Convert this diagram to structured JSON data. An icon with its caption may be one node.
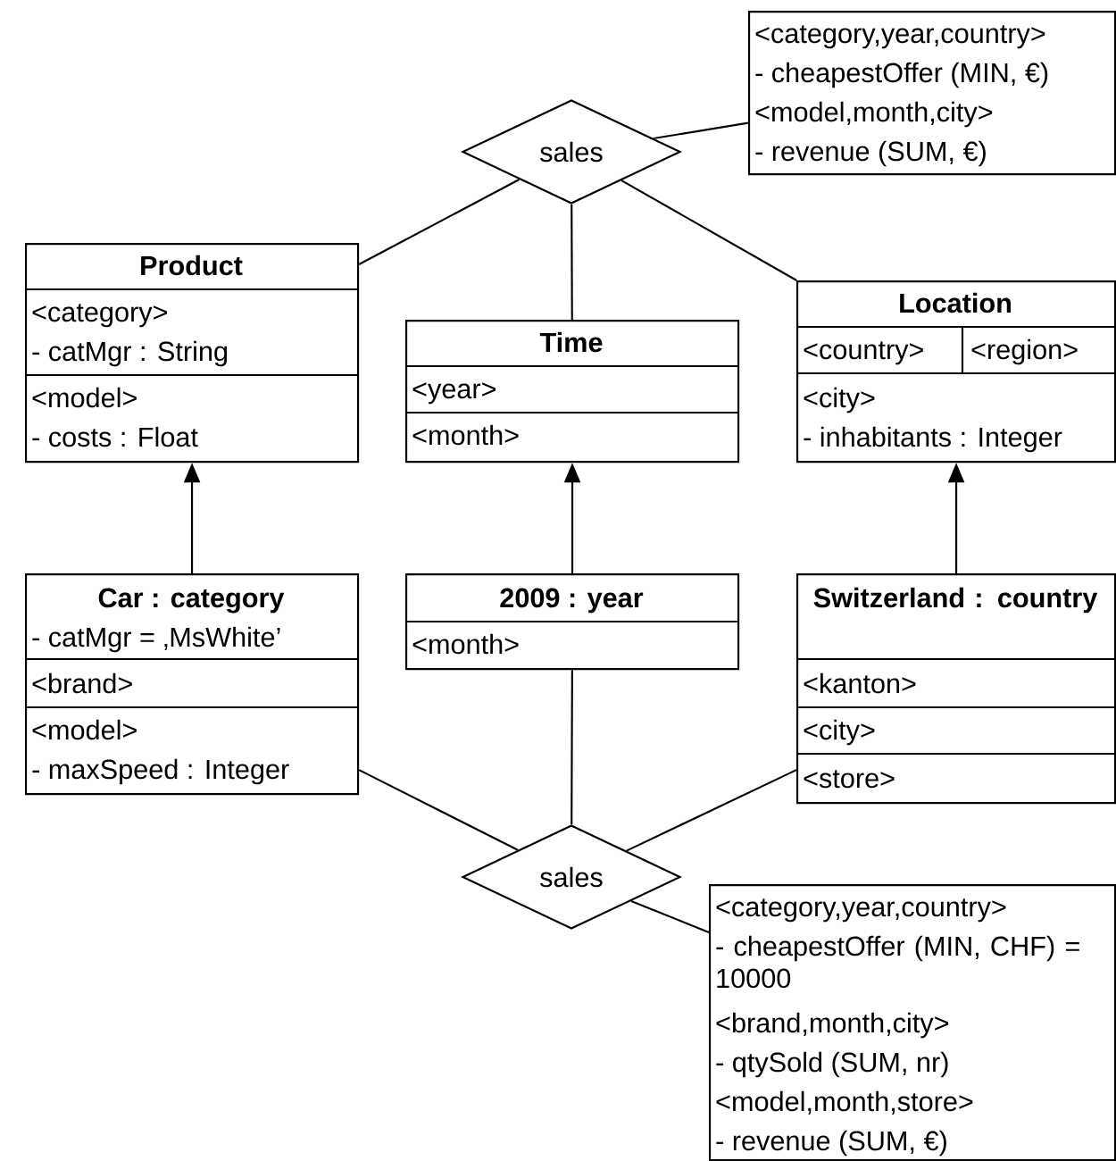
{
  "diagram": {
    "nodes": [
      {
        "text": [
          "sales"
        ]
      },
      {
        "text": [
          "<category,year,country>",
          "- cheapestOffer (MIN, €)",
          "<model,month,city>",
          "- revenue (SUM, €)"
        ]
      },
      {
        "text": [
          "Product",
          "<category>",
          "- catMgr : String",
          "<model>",
          "- costs : Float"
        ]
      },
      {
        "text": [
          "Time",
          "<year>",
          "<month>"
        ]
      },
      {
        "text": [
          "Location",
          "<country>",
          "<region>",
          "<city>",
          "- inhabitants : Integer"
        ]
      },
      {
        "text": [
          "Car : category",
          "- catMgr = ‚MsWhite’",
          "<brand>",
          "<model>",
          "- maxSpeed : Integer"
        ]
      },
      {
        "text": [
          "2009 : year",
          "<month>"
        ]
      },
      {
        "text": [
          "Switzerland : country",
          "<kanton>",
          "<city>",
          "<store>"
        ]
      },
      {
        "text": [
          "sales"
        ]
      },
      {
        "text": [
          "<category,year,country>",
          "- cheapestOffer (MIN, CHF) = 10000",
          "<brand,month,city>",
          "- qtySold (SUM, nr)",
          "<model,month,store>",
          "- revenue (SUM, €)"
        ]
      }
    ],
    "edges": [
      {
        "from": 0,
        "to": 1,
        "arrow": "none"
      },
      {
        "from": 0,
        "to": 2,
        "arrow": "none"
      },
      {
        "from": 0,
        "to": 3,
        "arrow": "none"
      },
      {
        "from": 0,
        "to": 4,
        "arrow": "none"
      },
      {
        "from": 5,
        "to": 2,
        "arrow": "to"
      },
      {
        "from": 6,
        "to": 3,
        "arrow": "to"
      },
      {
        "from": 7,
        "to": 4,
        "arrow": "to"
      },
      {
        "from": 8,
        "to": 5,
        "arrow": "none"
      },
      {
        "from": 8,
        "to": 6,
        "arrow": "none"
      },
      {
        "from": 8,
        "to": 7,
        "arrow": "none"
      },
      {
        "from": 8,
        "to": 9,
        "arrow": "none"
      }
    ]
  }
}
